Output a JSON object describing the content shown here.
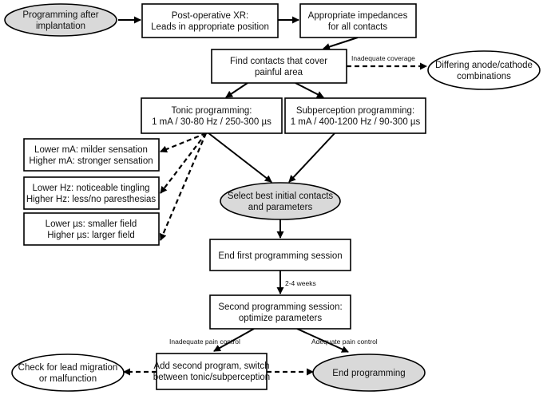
{
  "nodes": {
    "programming_after": [
      "Programming after",
      "implantation"
    ],
    "post_op_xr": [
      "Post-operative XR:",
      "Leads in appropriate position"
    ],
    "impedances": [
      "Appropriate impedances",
      "for all contacts"
    ],
    "find_contacts": [
      "Find contacts that cover",
      "painful area"
    ],
    "differing": [
      "Differing anode/cathode",
      "combinations"
    ],
    "tonic": [
      "Tonic programming:",
      "1 mA / 30-80 Hz / 250-300 µs"
    ],
    "subperception": [
      "Subperception programming:",
      "1 mA / 400-1200 Hz / 90-300 µs"
    ],
    "ma_info": [
      "Lower mA: milder sensation",
      "Higher mA: stronger sensation"
    ],
    "hz_info": [
      "Lower Hz: noticeable tingling",
      "Higher Hz: less/no paresthesias"
    ],
    "us_info": [
      "Lower µs: smaller field",
      "Higher µs: larger field"
    ],
    "select_best": [
      "Select best initial contacts",
      "and parameters"
    ],
    "end_first": [
      "End first programming session"
    ],
    "second_session": [
      "Second programming session:",
      "optimize parameters"
    ],
    "check_lead": [
      "Check for lead migration",
      "or malfunction"
    ],
    "add_second": [
      "Add second program, switch",
      "between tonic/subperception"
    ],
    "end_programming": [
      "End programming"
    ]
  },
  "edge_labels": {
    "inadequate_coverage": "Inadequate coverage",
    "weeks": "2-4 weeks",
    "inadequate_pain": "Inadequate pain control",
    "adequate_pain": "Adequate pain control"
  },
  "colors": {
    "terminal_fill": "#d9d9d9",
    "box_fill": "#ffffff",
    "stroke": "#000000"
  }
}
